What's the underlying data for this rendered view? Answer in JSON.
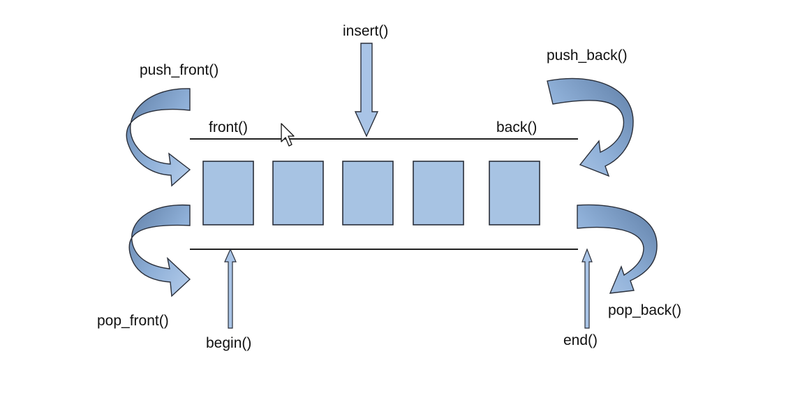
{
  "diagram": {
    "labels": {
      "insert": "insert()",
      "push_front": "push_front()",
      "push_back": "push_back()",
      "front": "front()",
      "back": "back()",
      "pop_front": "pop_front()",
      "pop_back": "pop_back()",
      "begin": "begin()",
      "end": "end()"
    },
    "element_count": 5,
    "colors": {
      "box_fill": "#a7c3e3",
      "box_stroke": "#2a2f3a",
      "arrow_fill_light": "#a9c4e6",
      "arrow_fill_dark": "#6f8db3",
      "line": "#222222",
      "text": "#111111"
    },
    "icons": {
      "cursor": "mouse-pointer-icon"
    }
  }
}
